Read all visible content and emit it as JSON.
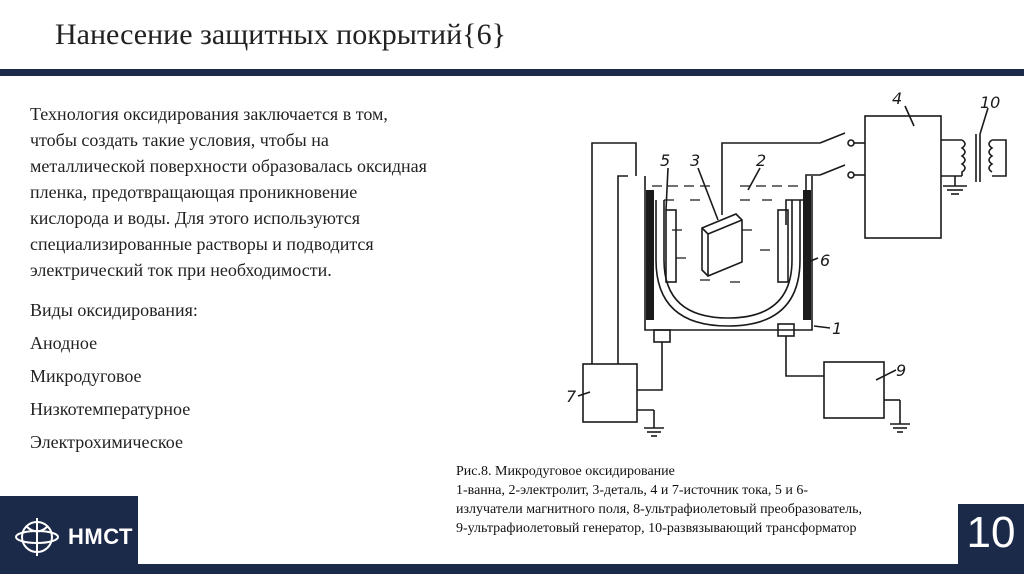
{
  "slide": {
    "title": "Нанесение защитных покрытий{6}",
    "paragraph_lines": [
      "Технология оксидирования заключается в том,",
      "чтобы создать такие условия, чтобы на",
      "металлической поверхности образовалась оксидная",
      "пленка, предотвращающая проникновение",
      "кислорода и воды. Для этого используются",
      "специализированные растворы и подводится",
      "электрический ток при необходимости."
    ],
    "types_heading": "Виды оксидирования:",
    "types": [
      "Анодное",
      "Микродуговое",
      "Низкотемпературное",
      "Электрохимическое"
    ]
  },
  "figure": {
    "labels": {
      "l1": "1",
      "l2": "2",
      "l3": "3",
      "l4": "4",
      "l5": "5",
      "l6": "6",
      "l7": "7",
      "l9": "9",
      "l10": "10"
    },
    "caption_lines": [
      "Рис.8. Микродуговое оксидирование",
      "1-ванна, 2-электролит, 3-деталь, 4 и 7-источник тока, 5 и 6-",
      "излучатели магнитного поля, 8-ультрафиолетовый преобразователь,",
      "9-ультрафиолетовый генератор, 10-развязывающий трансформатор"
    ]
  },
  "footer": {
    "logo_text": "НМСТ",
    "page_number": "10"
  },
  "colors": {
    "band": "#1c2a4a",
    "text": "#222222"
  }
}
